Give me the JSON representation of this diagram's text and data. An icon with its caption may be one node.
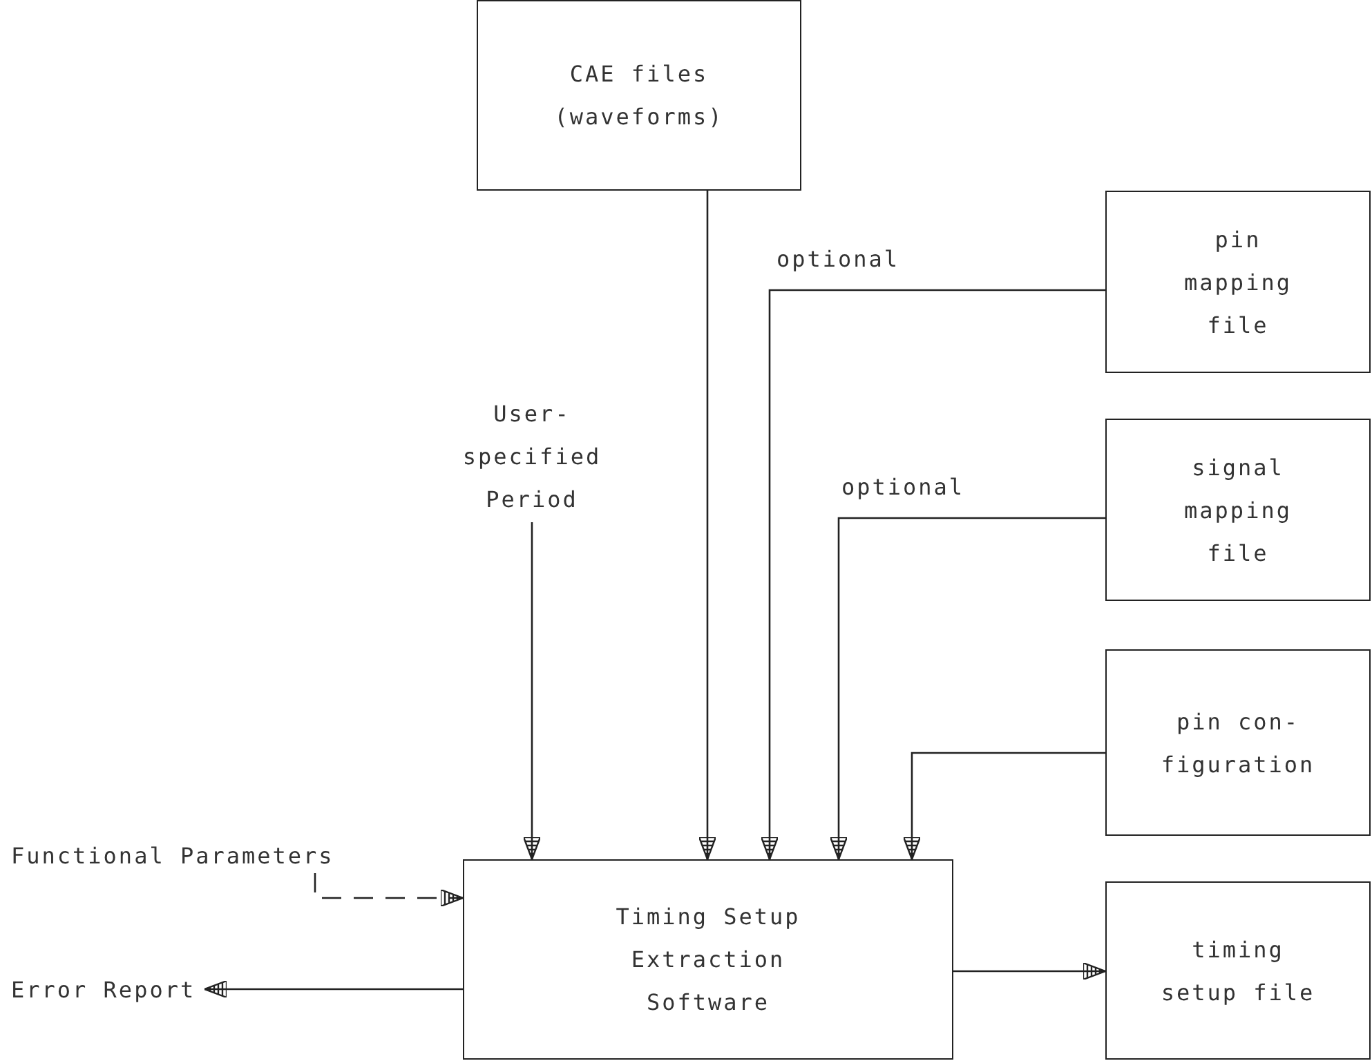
{
  "diagram": {
    "nodes": [
      {
        "text": [
          "CAE files (waveforms)"
        ]
      },
      {
        "text": [
          "pin mapping file"
        ]
      },
      {
        "text": [
          "signal mapping file"
        ]
      },
      {
        "text": [
          "pin con- figuration"
        ]
      },
      {
        "text": [
          "timing setup file"
        ]
      },
      {
        "text": [
          "Timing Setup Extraction Software"
        ]
      },
      {
        "text": [
          "User- specified Period"
        ]
      },
      {
        "text": [
          "Functional Parameters"
        ]
      },
      {
        "text": [
          "Error Report"
        ]
      }
    ],
    "edges": [
      {
        "from": 0,
        "to": 5,
        "arrow": "to"
      },
      {
        "from": 1,
        "to": 5,
        "arrow": "to",
        "label": "optional"
      },
      {
        "from": 2,
        "to": 5,
        "arrow": "to",
        "label": "optional"
      },
      {
        "from": 3,
        "to": 5,
        "arrow": "to"
      },
      {
        "from": 6,
        "to": 5,
        "arrow": "to"
      },
      {
        "from": 7,
        "to": 5,
        "arrow": "to",
        "style": "dashed"
      },
      {
        "from": 5,
        "to": 8,
        "arrow": "to"
      },
      {
        "from": 5,
        "to": 4,
        "arrow": "to"
      }
    ]
  }
}
